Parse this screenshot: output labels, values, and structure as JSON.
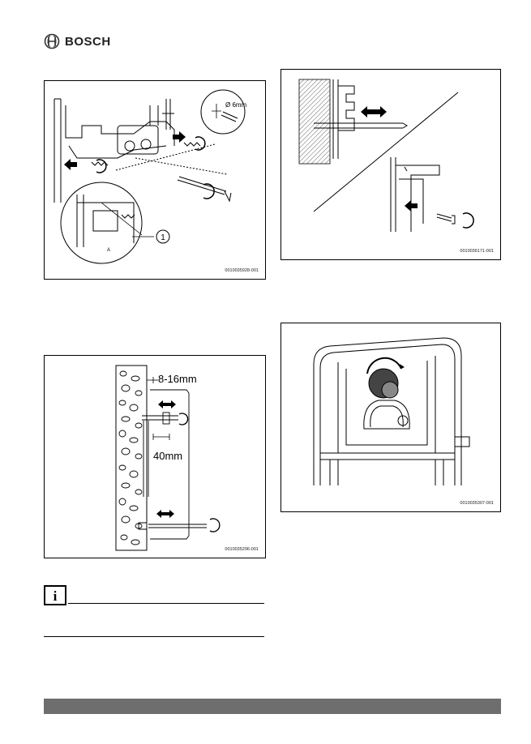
{
  "header": {
    "logo_text": "BOSCH"
  },
  "figures": [
    {
      "id": "fig1",
      "code": "0010035928-001",
      "callouts": [
        "Ø 6mm",
        "1",
        "A"
      ]
    },
    {
      "id": "fig2",
      "code": "0010036171-001"
    },
    {
      "id": "fig3",
      "code": "0010035296-001",
      "labels": [
        "8-16mm",
        "40mm"
      ]
    },
    {
      "id": "fig4",
      "code": "0010035307-001"
    }
  ],
  "note": {
    "icon": "info-icon",
    "icon_char": "i"
  },
  "colors": {
    "footer_bar": "#6e6e6e",
    "line": "#000000"
  }
}
